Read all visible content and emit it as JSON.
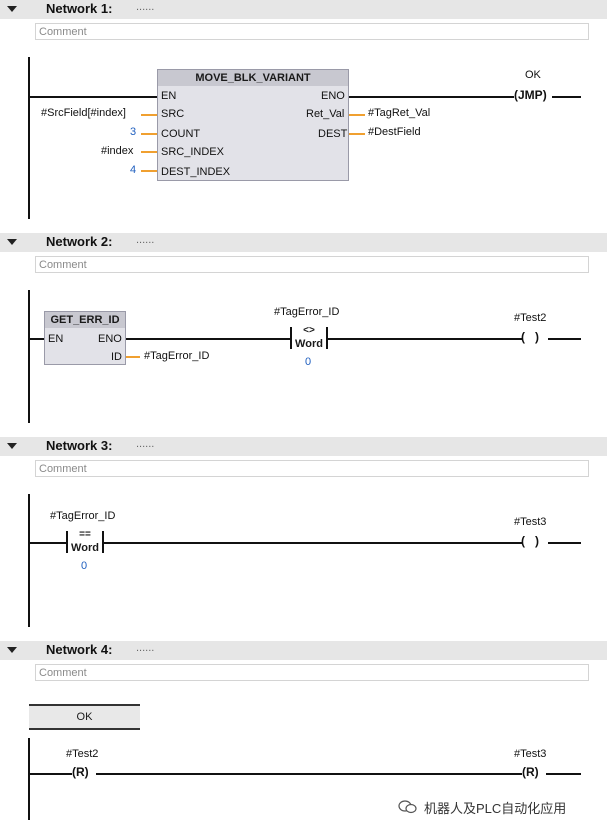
{
  "comment_placeholder": "Comment",
  "networks": [
    {
      "title": "Network 1:",
      "dots": "......",
      "block": {
        "name": "MOVE_BLK_VARIANT",
        "pins_in": [
          "EN",
          "SRC",
          "COUNT",
          "SRC_INDEX",
          "DEST_INDEX"
        ],
        "pins_out": [
          "ENO",
          "Ret_Val",
          "DEST"
        ],
        "args_in": [
          "#SrcField[#index]",
          "3",
          "#index",
          "4"
        ],
        "args_out": [
          "#TagRet_Val",
          "#DestField"
        ]
      },
      "coil": {
        "label": "OK",
        "symbol": "JMP"
      }
    },
    {
      "title": "Network 2:",
      "dots": "......",
      "block": {
        "name": "GET_ERR_ID",
        "pin_en": "EN",
        "pin_eno": "ENO",
        "pin_id": "ID",
        "arg_id": "#TagError_ID"
      },
      "compare": {
        "tag": "#TagError_ID",
        "op": "<>",
        "type": "Word",
        "value": "0"
      },
      "coil": {
        "label": "#Test2"
      }
    },
    {
      "title": "Network 3:",
      "dots": "......",
      "compare": {
        "tag": "#TagError_ID",
        "op": "==",
        "type": "Word",
        "value": "0"
      },
      "coil": {
        "label": "#Test3"
      }
    },
    {
      "title": "Network 4:",
      "dots": "......",
      "ok_button": "OK",
      "left_coil": {
        "label": "#Test2",
        "symbol": "R"
      },
      "right_coil": {
        "label": "#Test3",
        "symbol": "R"
      }
    }
  ],
  "watermark": "机器人及PLC自动化应用"
}
